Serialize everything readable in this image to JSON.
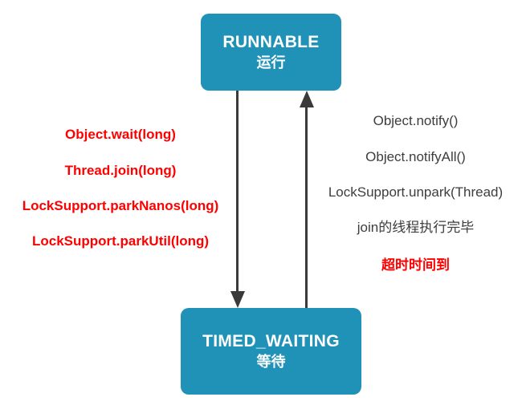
{
  "diagram": {
    "nodes": {
      "runnable": {
        "label": "RUNNABLE",
        "sublabel": "运行"
      },
      "timed_waiting": {
        "label": "TIMED_WAITING",
        "sublabel": "等待"
      }
    },
    "transitions": {
      "runnable_to_timed_waiting": {
        "direction": "down",
        "labels": [
          "Object.wait(long)",
          "Thread.join(long)",
          "LockSupport.parkNanos(long)",
          "LockSupport.parkUtil(long)"
        ]
      },
      "timed_waiting_to_runnable": {
        "direction": "up",
        "labels": [
          "Object.notify()",
          "Object.notifyAll()",
          "LockSupport.unpark(Thread)",
          "join的线程执行完毕",
          "超时时间到"
        ],
        "highlighted_label": "超时时间到"
      }
    },
    "colors": {
      "node_fill": "#2092B7",
      "node_text": "#FFFFFF",
      "arrow": "#3A3A3A",
      "highlight": "#FF0000",
      "gray_text": "#3D3D3D"
    }
  }
}
